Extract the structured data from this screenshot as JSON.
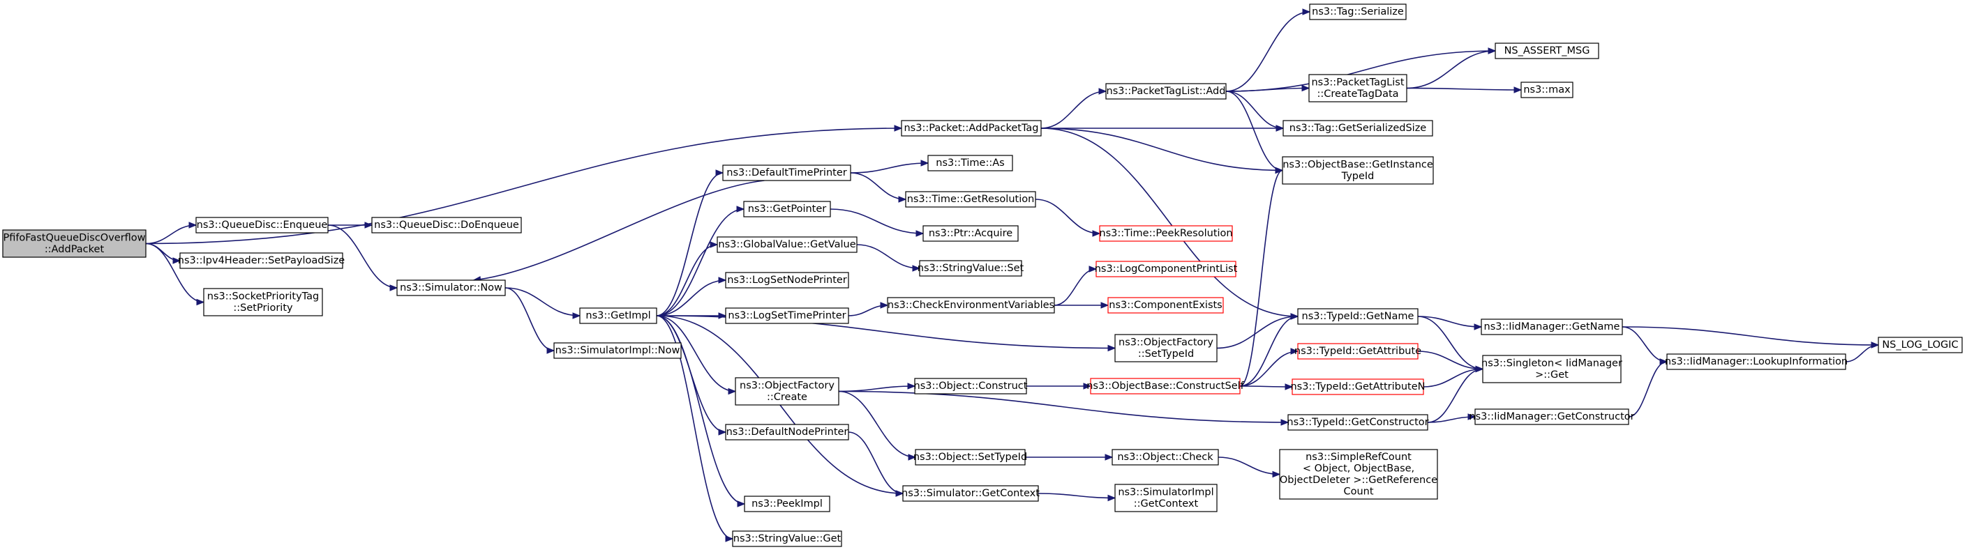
{
  "graph": {
    "style": {
      "edge_color": "#191970",
      "node_border": "#000000",
      "root_fill": "#bfbfbf",
      "truncated_border": "#ff0000"
    },
    "nodes": [
      {
        "id": "root",
        "lines": [
          "PfifoFastQueueDiscOverflow",
          "::AddPacket"
        ],
        "kind": "root"
      },
      {
        "id": "qd_enqueue",
        "lines": [
          "ns3::QueueDisc::Enqueue"
        ]
      },
      {
        "id": "qd_doenqueue",
        "lines": [
          "ns3::QueueDisc::DoEnqueue"
        ]
      },
      {
        "id": "ipv4_setpayload",
        "lines": [
          "ns3::Ipv4Header::SetPayloadSize"
        ]
      },
      {
        "id": "socketprio",
        "lines": [
          "ns3::SocketPriorityTag",
          "::SetPriority"
        ]
      },
      {
        "id": "sim_now",
        "lines": [
          "ns3::Simulator::Now"
        ]
      },
      {
        "id": "simimpl_now",
        "lines": [
          "ns3::SimulatorImpl::Now"
        ]
      },
      {
        "id": "getimpl",
        "lines": [
          "ns3::GetImpl"
        ]
      },
      {
        "id": "defaulttimeprinter",
        "lines": [
          "ns3::DefaultTimePrinter"
        ]
      },
      {
        "id": "getpointer",
        "lines": [
          "ns3::GetPointer"
        ]
      },
      {
        "id": "globalvalue_get",
        "lines": [
          "ns3::GlobalValue::GetValue"
        ]
      },
      {
        "id": "logsetnodeprinter",
        "lines": [
          "ns3::LogSetNodePrinter"
        ]
      },
      {
        "id": "logsettimeprinter",
        "lines": [
          "ns3::LogSetTimePrinter"
        ]
      },
      {
        "id": "objfactory_create",
        "lines": [
          "ns3::ObjectFactory",
          "::Create"
        ]
      },
      {
        "id": "defaultnodeprinter",
        "lines": [
          "ns3::DefaultNodePrinter"
        ]
      },
      {
        "id": "peekimpl",
        "lines": [
          "ns3::PeekImpl"
        ]
      },
      {
        "id": "stringvalue_get",
        "lines": [
          "ns3::StringValue::Get"
        ]
      },
      {
        "id": "time_as",
        "lines": [
          "ns3::Time::As"
        ]
      },
      {
        "id": "time_getres",
        "lines": [
          "ns3::Time::GetResolution"
        ]
      },
      {
        "id": "time_peekres",
        "lines": [
          "ns3::Time::PeekResolution"
        ],
        "kind": "truncated"
      },
      {
        "id": "ptr_acquire",
        "lines": [
          "ns3::Ptr::Acquire"
        ]
      },
      {
        "id": "stringvalue_set",
        "lines": [
          "ns3::StringValue::Set"
        ]
      },
      {
        "id": "checkenv",
        "lines": [
          "ns3::CheckEnvironmentVariables"
        ]
      },
      {
        "id": "logcompprintlist",
        "lines": [
          "ns3::LogComponentPrintList"
        ],
        "kind": "truncated"
      },
      {
        "id": "componentexists",
        "lines": [
          "ns3::ComponentExists"
        ],
        "kind": "truncated"
      },
      {
        "id": "objfactory_settypeid",
        "lines": [
          "ns3::ObjectFactory",
          "::SetTypeId"
        ]
      },
      {
        "id": "object_construct",
        "lines": [
          "ns3::Object::Construct"
        ]
      },
      {
        "id": "object_settypeid",
        "lines": [
          "ns3::Object::SetTypeId"
        ]
      },
      {
        "id": "sim_getcontext",
        "lines": [
          "ns3::Simulator::GetContext"
        ]
      },
      {
        "id": "simimpl_getcontext",
        "lines": [
          "ns3::SimulatorImpl",
          "::GetContext"
        ]
      },
      {
        "id": "object_check",
        "lines": [
          "ns3::Object::Check"
        ]
      },
      {
        "id": "objbase_constructself",
        "lines": [
          "ns3::ObjectBase::ConstructSelf"
        ],
        "kind": "truncated"
      },
      {
        "id": "packet_addtag",
        "lines": [
          "ns3::Packet::AddPacketTag"
        ]
      },
      {
        "id": "packettaglist_add",
        "lines": [
          "ns3::PacketTagList::Add"
        ]
      },
      {
        "id": "tag_serialize",
        "lines": [
          "ns3::Tag::Serialize"
        ]
      },
      {
        "id": "packettaglist_create",
        "lines": [
          "ns3::PacketTagList",
          "::CreateTagData"
        ]
      },
      {
        "id": "tag_getsersize",
        "lines": [
          "ns3::Tag::GetSerializedSize"
        ]
      },
      {
        "id": "objbase_getinstance",
        "lines": [
          "ns3::ObjectBase::GetInstance",
          "TypeId"
        ]
      },
      {
        "id": "typeid_getname",
        "lines": [
          "ns3::TypeId::GetName"
        ]
      },
      {
        "id": "typeid_getattribute",
        "lines": [
          "ns3::TypeId::GetAttribute"
        ],
        "kind": "truncated"
      },
      {
        "id": "typeid_getattributen",
        "lines": [
          "ns3::TypeId::GetAttributeN"
        ],
        "kind": "truncated"
      },
      {
        "id": "typeid_getconstructor",
        "lines": [
          "ns3::TypeId::GetConstructor"
        ]
      },
      {
        "id": "simplerefcount",
        "lines": [
          "ns3::SimpleRefCount",
          "< Object, ObjectBase,",
          "ObjectDeleter >::GetReference",
          "Count"
        ]
      },
      {
        "id": "ns_assert_msg",
        "lines": [
          "NS_ASSERT_MSG"
        ]
      },
      {
        "id": "ns3_max",
        "lines": [
          "ns3::max"
        ]
      },
      {
        "id": "iidmgr_getname",
        "lines": [
          "ns3::IidManager::GetName"
        ]
      },
      {
        "id": "singleton_get",
        "lines": [
          "ns3::Singleton< IidManager",
          ">::Get"
        ]
      },
      {
        "id": "iidmgr_getconstructor",
        "lines": [
          "ns3::IidManager::GetConstructor"
        ]
      },
      {
        "id": "iidmgr_lookup",
        "lines": [
          "ns3::IidManager::LookupInformation"
        ]
      },
      {
        "id": "ns_log_logic",
        "lines": [
          "NS_LOG_LOGIC"
        ]
      }
    ],
    "edges": [
      [
        "root",
        "qd_enqueue"
      ],
      [
        "root",
        "ipv4_setpayload"
      ],
      [
        "root",
        "socketprio"
      ],
      [
        "root",
        "packet_addtag"
      ],
      [
        "qd_enqueue",
        "qd_doenqueue"
      ],
      [
        "qd_enqueue",
        "sim_now"
      ],
      [
        "sim_now",
        "getimpl"
      ],
      [
        "sim_now",
        "simimpl_now"
      ],
      [
        "defaulttimeprinter",
        "sim_now"
      ],
      [
        "defaulttimeprinter",
        "time_as"
      ],
      [
        "defaulttimeprinter",
        "time_getres"
      ],
      [
        "getimpl",
        "defaulttimeprinter"
      ],
      [
        "getimpl",
        "getpointer"
      ],
      [
        "getimpl",
        "globalvalue_get"
      ],
      [
        "getimpl",
        "logsetnodeprinter"
      ],
      [
        "getimpl",
        "logsettimeprinter"
      ],
      [
        "getimpl",
        "objfactory_settypeid"
      ],
      [
        "getimpl",
        "objfactory_create"
      ],
      [
        "getimpl",
        "defaultnodeprinter"
      ],
      [
        "getimpl",
        "sim_getcontext"
      ],
      [
        "getimpl",
        "peekimpl"
      ],
      [
        "getimpl",
        "stringvalue_get"
      ],
      [
        "getpointer",
        "ptr_acquire"
      ],
      [
        "globalvalue_get",
        "stringvalue_set"
      ],
      [
        "logsettimeprinter",
        "checkenv"
      ],
      [
        "checkenv",
        "logcompprintlist"
      ],
      [
        "checkenv",
        "componentexists"
      ],
      [
        "time_getres",
        "time_peekres"
      ],
      [
        "objfactory_settypeid",
        "typeid_getname"
      ],
      [
        "objfactory_create",
        "object_construct"
      ],
      [
        "objfactory_create",
        "object_settypeid"
      ],
      [
        "objfactory_create",
        "typeid_getconstructor"
      ],
      [
        "defaultnodeprinter",
        "sim_getcontext"
      ],
      [
        "sim_getcontext",
        "simimpl_getcontext"
      ],
      [
        "object_construct",
        "objbase_constructself"
      ],
      [
        "object_settypeid",
        "object_check"
      ],
      [
        "object_check",
        "simplerefcount"
      ],
      [
        "objbase_constructself",
        "objbase_getinstance"
      ],
      [
        "objbase_constructself",
        "typeid_getname"
      ],
      [
        "objbase_constructself",
        "typeid_getattribute"
      ],
      [
        "objbase_constructself",
        "typeid_getattributen"
      ],
      [
        "packet_addtag",
        "packettaglist_add"
      ],
      [
        "packet_addtag",
        "tag_getsersize"
      ],
      [
        "packet_addtag",
        "objbase_getinstance"
      ],
      [
        "packet_addtag",
        "typeid_getname"
      ],
      [
        "packettaglist_add",
        "tag_serialize"
      ],
      [
        "packettaglist_add",
        "ns_assert_msg"
      ],
      [
        "packettaglist_add",
        "packettaglist_create"
      ],
      [
        "packettaglist_add",
        "tag_getsersize"
      ],
      [
        "packettaglist_add",
        "objbase_getinstance"
      ],
      [
        "packettaglist_create",
        "ns_assert_msg"
      ],
      [
        "packettaglist_create",
        "ns3_max"
      ],
      [
        "typeid_getname",
        "iidmgr_getname"
      ],
      [
        "typeid_getname",
        "singleton_get"
      ],
      [
        "typeid_getattribute",
        "singleton_get"
      ],
      [
        "typeid_getattributen",
        "singleton_get"
      ],
      [
        "typeid_getconstructor",
        "iidmgr_getconstructor"
      ],
      [
        "typeid_getconstructor",
        "singleton_get"
      ],
      [
        "iidmgr_getname",
        "iidmgr_lookup"
      ],
      [
        "iidmgr_getname",
        "ns_log_logic"
      ],
      [
        "iidmgr_getconstructor",
        "iidmgr_lookup"
      ],
      [
        "iidmgr_lookup",
        "ns_log_logic"
      ]
    ]
  }
}
